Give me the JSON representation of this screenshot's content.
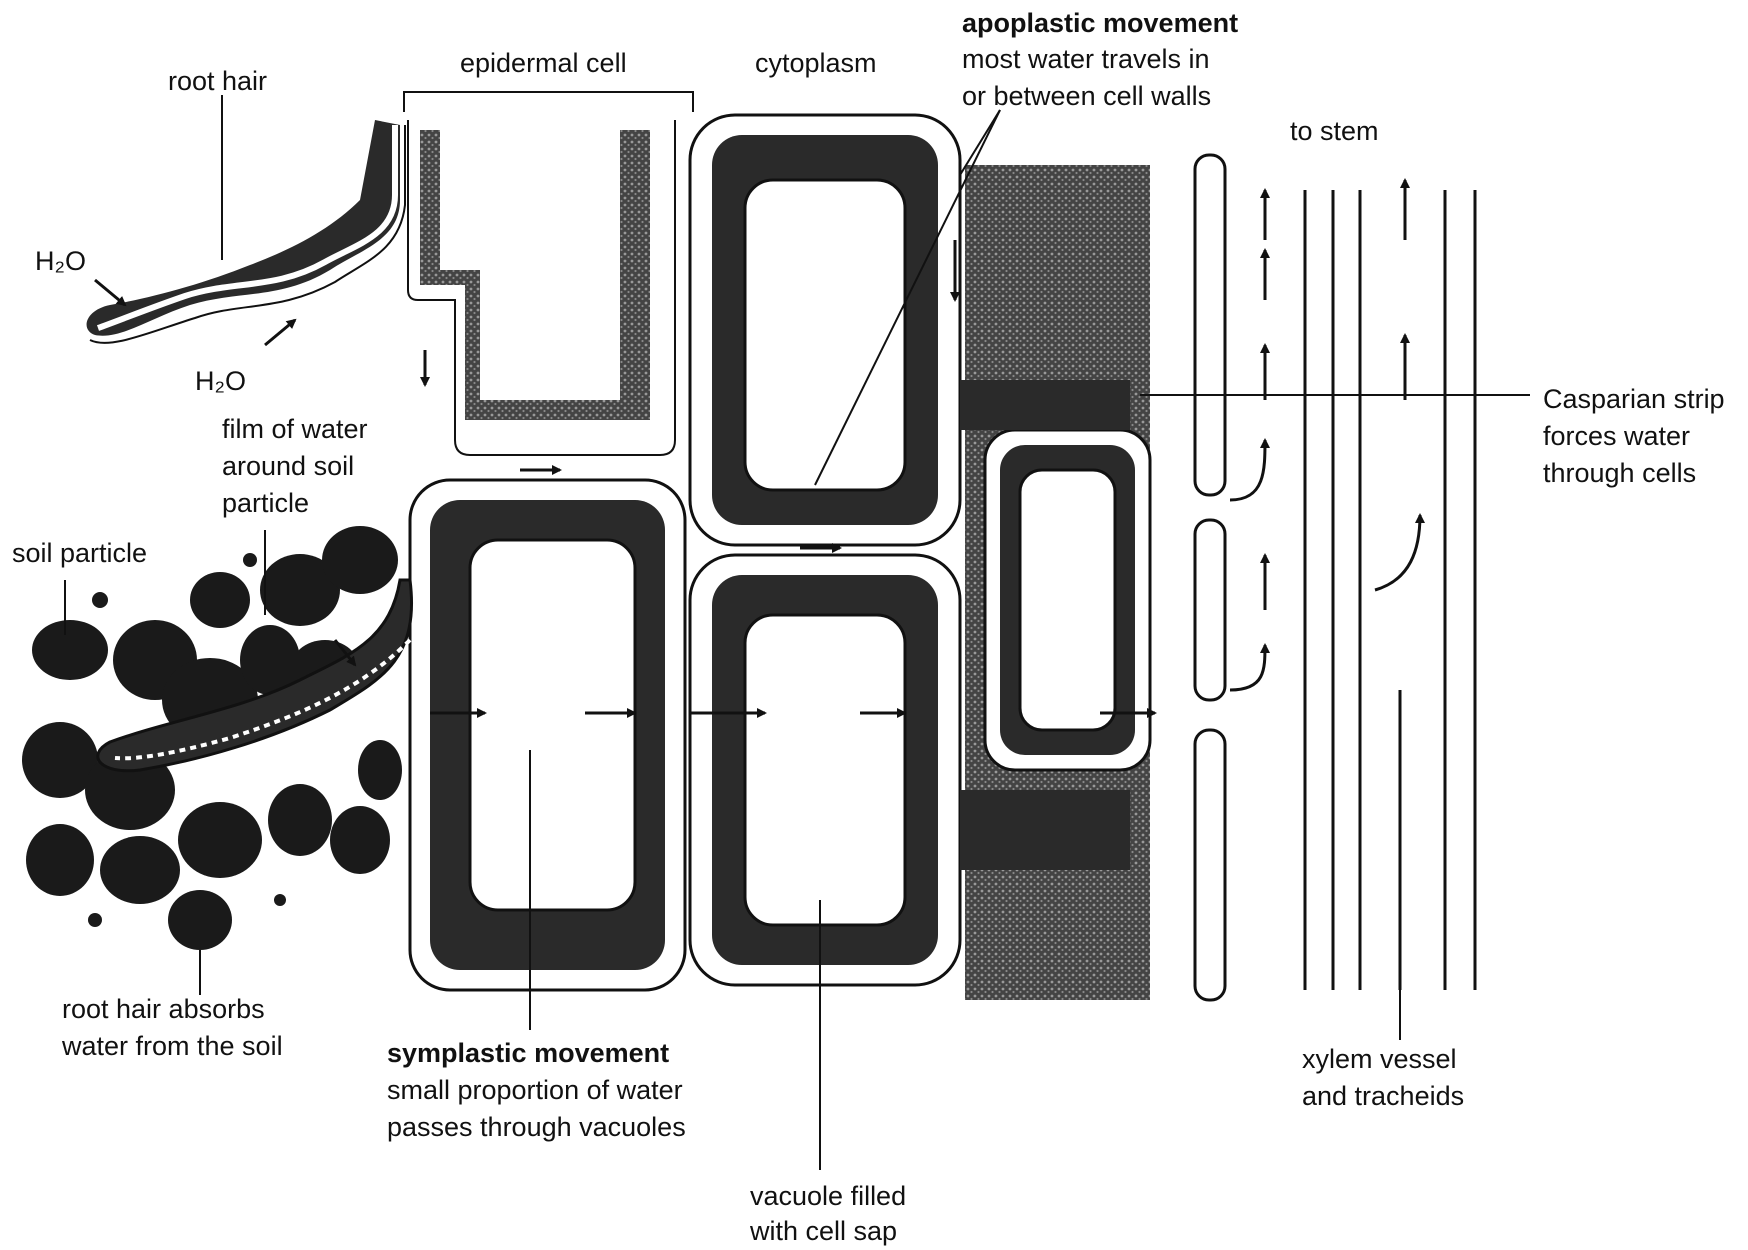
{
  "labels": {
    "epidermal_cell": "epidermal cell",
    "cytoplasm": "cytoplasm",
    "root_hair": "root hair",
    "h2o_1": "H₂O",
    "h2o_2": "H₂O",
    "film_of_water": [
      "film of water",
      "around soil",
      "particle"
    ],
    "soil_particle": "soil particle",
    "root_hair_absorbs": [
      "root hair absorbs",
      "water from the soil"
    ],
    "apoplastic_title": "apoplastic movement",
    "apoplastic_desc": [
      "most water travels in",
      "or between cell walls"
    ],
    "to_stem": "to stem",
    "casparian": [
      "Casparian strip",
      "forces water",
      "through cells"
    ],
    "symplastic_title": "symplastic movement",
    "symplastic_desc": [
      "small proportion of water",
      "passes through vacuoles"
    ],
    "vacuole": [
      "vacuole filled",
      "with cell sap"
    ],
    "xylem": [
      "xylem vessel",
      "and tracheids"
    ]
  },
  "colors": {
    "ink": "#111111",
    "cytoplasm": "#2a2a2a",
    "background": "#ffffff"
  }
}
